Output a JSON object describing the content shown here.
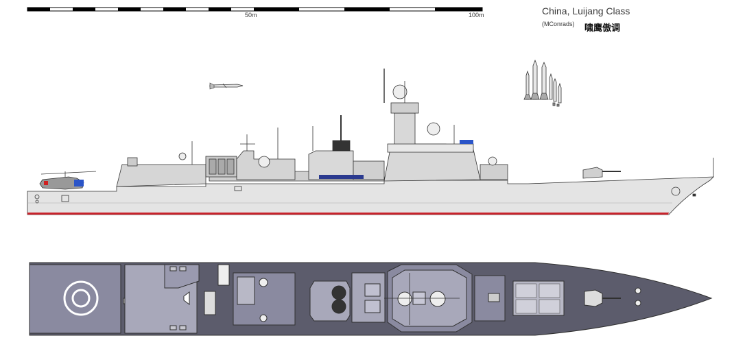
{
  "scale_bar": {
    "label_mid": "50m",
    "label_end": "100m"
  },
  "title": {
    "class_name": "China,  Luijang Class",
    "credit": "(MConrads)",
    "chinese_name": "啸鹰傲调"
  },
  "colors": {
    "hull_light": "#d4d4d4",
    "hull_side": "#e6e6e6",
    "boot_topping": "#c8232b",
    "deck_dark": "#5c5c6c",
    "deck_mid": "#8a8aa0",
    "deck_light": "#a8a8ba",
    "outline": "#303030",
    "accent_red": "#d11f1f",
    "accent_blue": "#2a54c8"
  },
  "icons": {
    "helicopter": "helicopter-icon",
    "missile": "cruise-missile-icon",
    "munitions": "munitions-set-icon",
    "helipad": "helipad-circle-icon"
  }
}
